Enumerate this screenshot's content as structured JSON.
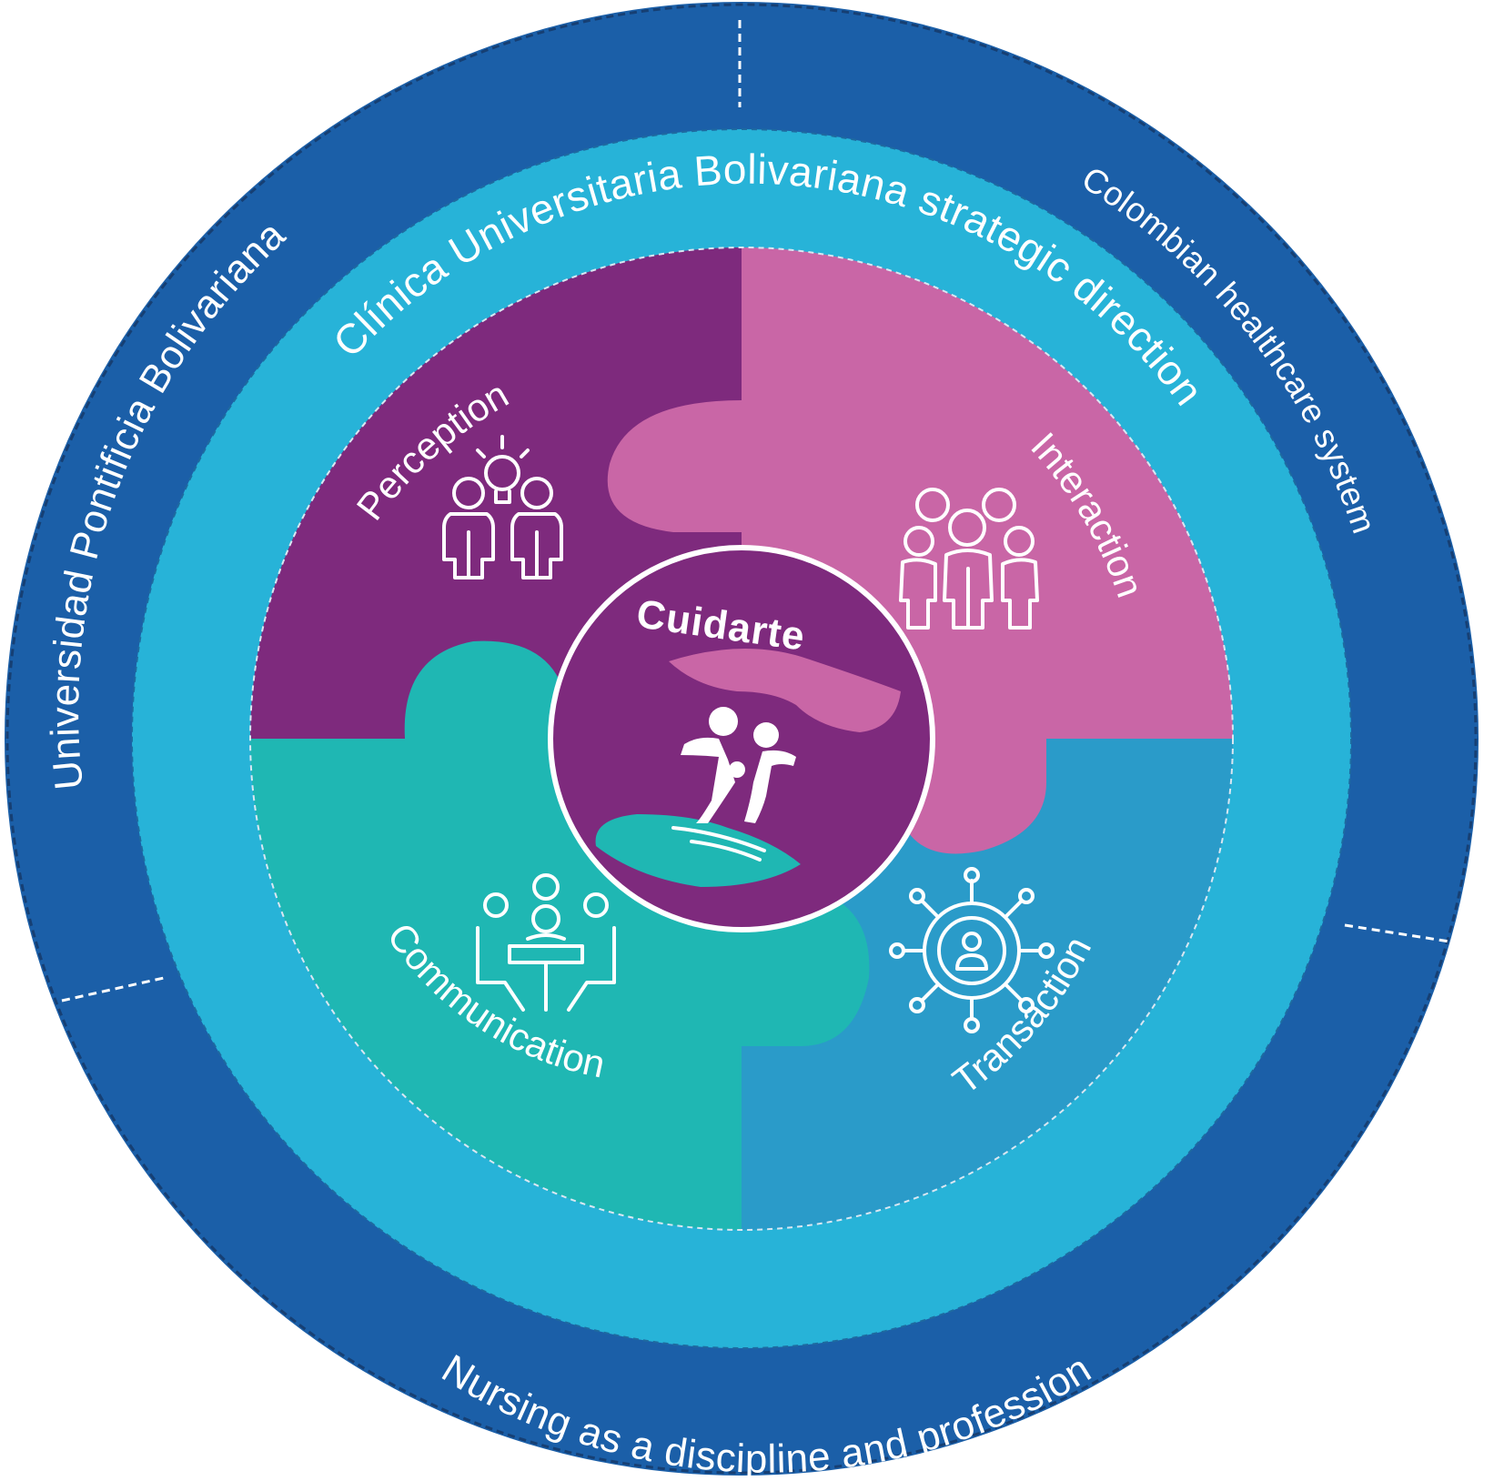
{
  "diagram": {
    "outer_ring": {
      "left_label": "Universidad Pontificia Bolivariana",
      "right_label": "Colombian healthcare system",
      "bottom_label": "Nursing as a discipline and profession"
    },
    "middle_ring": {
      "label": "Clínica Universitaria Bolivariana strategic direction"
    },
    "pieces": [
      {
        "label": "Perception",
        "icon": "people-lightbulb-icon"
      },
      {
        "label": "Interaction",
        "icon": "group-people-icon"
      },
      {
        "label": "Communication",
        "icon": "meeting-table-icon"
      },
      {
        "label": "Transaction",
        "icon": "network-person-icon"
      }
    ],
    "center": {
      "title": "Cuidarte",
      "icon": "hands-caring-family-icon"
    },
    "colors": {
      "outer_ring": "#1b5fa8",
      "middle_ring": "#27b3d8",
      "perception": "#7e2a7d",
      "interaction": "#c966a6",
      "communication": "#1fb7b3",
      "transaction": "#2a9bc9",
      "center": "#7e2a7d"
    }
  }
}
